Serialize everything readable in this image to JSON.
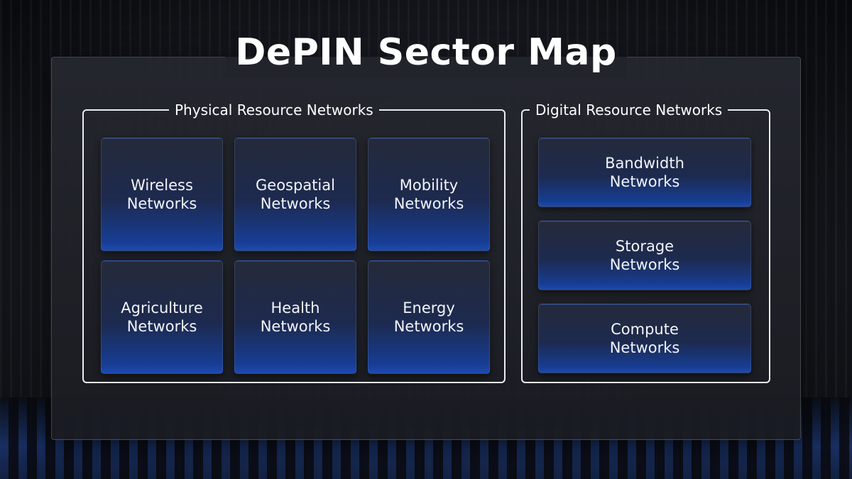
{
  "title": "DePIN Sector Map",
  "physical": {
    "label": "Physical Resource Networks",
    "tiles": [
      {
        "line1": "Wireless",
        "line2": "Networks"
      },
      {
        "line1": "Geospatial",
        "line2": "Networks"
      },
      {
        "line1": "Mobility",
        "line2": "Networks"
      },
      {
        "line1": "Agriculture",
        "line2": "Networks"
      },
      {
        "line1": "Health",
        "line2": "Networks"
      },
      {
        "line1": "Energy",
        "line2": "Networks"
      }
    ]
  },
  "digital": {
    "label": "Digital Resource Networks",
    "tiles": [
      {
        "line1": "Bandwidth",
        "line2": "Networks"
      },
      {
        "line1": "Storage",
        "line2": "Networks"
      },
      {
        "line1": "Compute",
        "line2": "Networks"
      }
    ]
  },
  "colors": {
    "accent_blue": "#1d4ab0",
    "border_white": "#e9ecf2"
  }
}
